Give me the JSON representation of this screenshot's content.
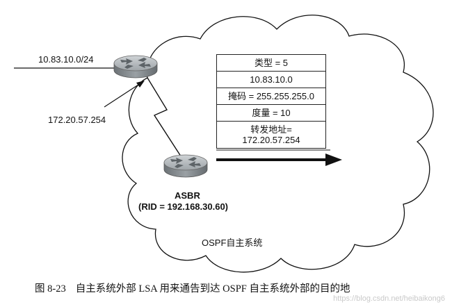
{
  "network_label": "10.83.10.0/24",
  "gateway_label": "172.20.57.254",
  "asbr": {
    "name": "ASBR",
    "rid": "(RID = 192.168.30.60)"
  },
  "lsa_fields": [
    "类型 = 5",
    "10.83.10.0",
    "掩码 = 255.255.255.0",
    "度量 = 10",
    "转发地址=\n172.20.57.254"
  ],
  "cloud_label": "OSPF自主系统",
  "caption": {
    "number": "图 8-23",
    "text": "自主系统外部 LSA 用来通告到达 OSPF 自主系统外部的目的地"
  },
  "watermark": "https://blog.csdn.net/heibaikong6",
  "colors": {
    "router_body": "#8e9498",
    "router_top": "#b9bec2",
    "line": "#111111"
  },
  "icons": [
    "router-icon",
    "router-icon",
    "arrow"
  ]
}
